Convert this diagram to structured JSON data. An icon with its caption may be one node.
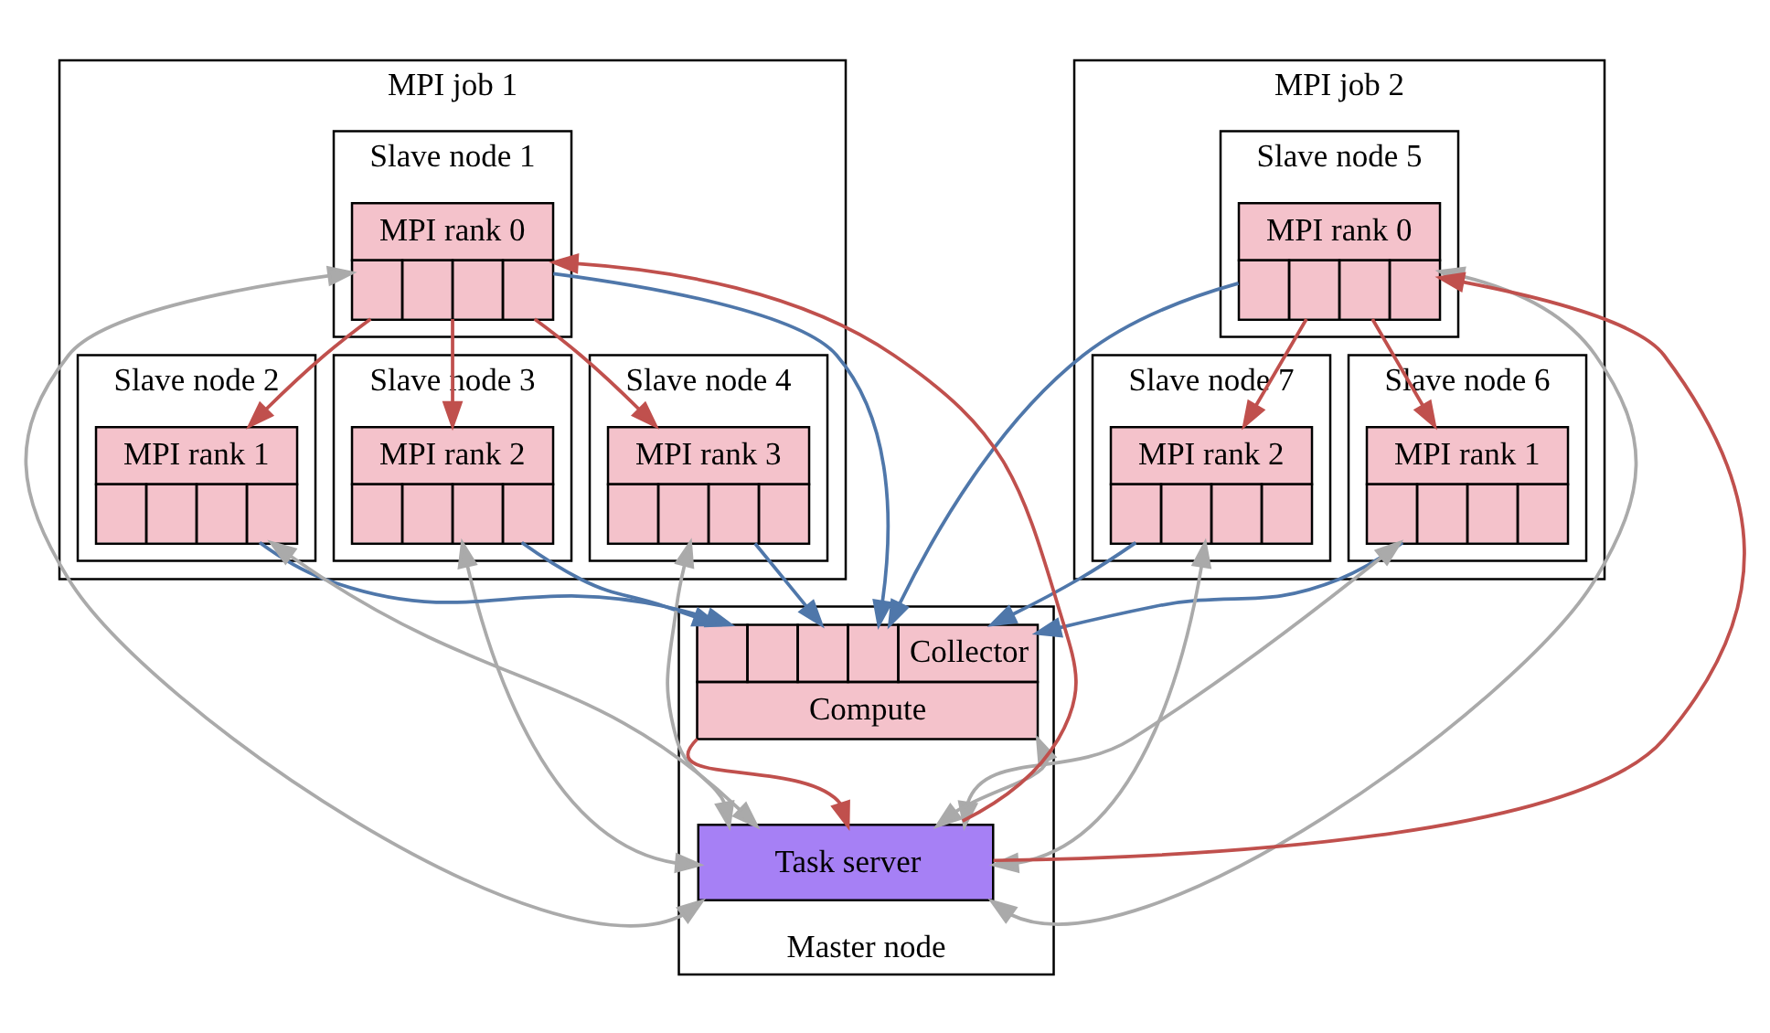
{
  "diagram": {
    "nodes": [
      {
        "text": [
          "MPI job 1"
        ]
      },
      {
        "text": [
          "Slave node 1"
        ],
        "in": 0
      },
      {
        "text": [
          "MPI rank 0"
        ],
        "in": 1
      },
      {
        "text": [
          "Slave node 3"
        ],
        "in": 0
      },
      {
        "text": [
          "MPI rank 2"
        ],
        "in": 3
      },
      {
        "text": [
          "Slave node 4"
        ],
        "in": 0
      },
      {
        "text": [
          "MPI rank 3"
        ],
        "in": 5
      },
      {
        "text": [
          "Slave node 2"
        ],
        "in": 0
      },
      {
        "text": [
          "MPI rank 1"
        ],
        "in": 7
      },
      {
        "text": [
          "MPI job 2"
        ]
      },
      {
        "text": [
          "Slave node 5"
        ],
        "in": 9
      },
      {
        "text": [
          "MPI rank 0"
        ],
        "in": 10
      },
      {
        "text": [
          "Slave node 6"
        ],
        "in": 9
      },
      {
        "text": [
          "MPI rank 1"
        ],
        "in": 12
      },
      {
        "text": [
          "Slave node 7"
        ],
        "in": 9
      },
      {
        "text": [
          "MPI rank 2"
        ],
        "in": 14
      },
      {
        "text": [
          "Master node"
        ]
      },
      {
        "text": [
          "Collector",
          "Compute"
        ],
        "in": 16
      },
      {
        "text": [
          "Task server"
        ],
        "in": 16
      }
    ],
    "edges": [
      {
        "from": 2,
        "to": 4,
        "arrow": "to",
        "color": "#c0504d"
      },
      {
        "from": 2,
        "to": 6,
        "arrow": "to",
        "color": "#c0504d"
      },
      {
        "from": 2,
        "to": 8,
        "arrow": "to",
        "color": "#c0504d"
      },
      {
        "from": 11,
        "to": 13,
        "arrow": "to",
        "color": "#c0504d"
      },
      {
        "from": 11,
        "to": 15,
        "arrow": "to",
        "color": "#c0504d"
      },
      {
        "from": 2,
        "to": 17,
        "arrow": "to",
        "color": "#4f77aa"
      },
      {
        "from": 4,
        "to": 17,
        "arrow": "to",
        "color": "#4f77aa"
      },
      {
        "from": 6,
        "to": 17,
        "arrow": "to",
        "color": "#4f77aa"
      },
      {
        "from": 8,
        "to": 17,
        "arrow": "to",
        "color": "#4f77aa"
      },
      {
        "from": 11,
        "to": 17,
        "arrow": "to",
        "color": "#4f77aa"
      },
      {
        "from": 13,
        "to": 17,
        "arrow": "to",
        "color": "#4f77aa"
      },
      {
        "from": 15,
        "to": 17,
        "arrow": "to",
        "color": "#4f77aa"
      },
      {
        "from": 17,
        "to": 18,
        "arrow": "to",
        "color": "#c0504d"
      },
      {
        "from": 17,
        "to": 18,
        "arrow": "both",
        "color": "#aaaaaa"
      },
      {
        "from": 18,
        "to": 2,
        "arrow": "to",
        "color": "#c0504d"
      },
      {
        "from": 18,
        "to": 11,
        "arrow": "to",
        "color": "#c0504d"
      },
      {
        "from": 2,
        "to": 18,
        "arrow": "both",
        "color": "#aaaaaa"
      },
      {
        "from": 4,
        "to": 18,
        "arrow": "both",
        "color": "#aaaaaa"
      },
      {
        "from": 6,
        "to": 18,
        "arrow": "both",
        "color": "#aaaaaa"
      },
      {
        "from": 8,
        "to": 18,
        "arrow": "both",
        "color": "#aaaaaa"
      },
      {
        "from": 11,
        "to": 18,
        "arrow": "both",
        "color": "#aaaaaa"
      },
      {
        "from": 13,
        "to": 18,
        "arrow": "both",
        "color": "#aaaaaa"
      },
      {
        "from": 15,
        "to": 18,
        "arrow": "both",
        "color": "#aaaaaa"
      }
    ]
  }
}
